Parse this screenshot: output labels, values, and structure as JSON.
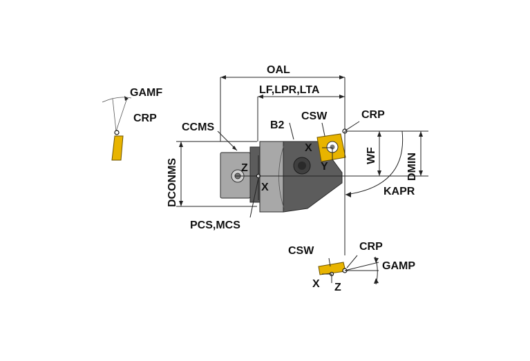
{
  "labels": {
    "oal": "OAL",
    "lf": "LF,LPR,LTA",
    "gamf": "GAMF",
    "crp_top_left": "CRP",
    "ccms": "CCMS",
    "b2": "B2",
    "csw_top": "CSW",
    "crp_top_right": "CRP",
    "dconms": "DCONMS",
    "wf": "WF",
    "dmin": "DMIN",
    "kapr": "KAPR",
    "z_main": "Z",
    "x_main": "X",
    "x_insert": "X",
    "y_insert": "Y",
    "pcs": "PCS,MCS",
    "csw_bottom": "CSW",
    "crp_bottom": "CRP",
    "gamp": "GAMP",
    "x_bottom": "X",
    "z_bottom": "Z"
  },
  "colors": {
    "insert": "#e8b400",
    "body_dark": "#5c5c5c",
    "body_light": "#a8a8a8"
  }
}
